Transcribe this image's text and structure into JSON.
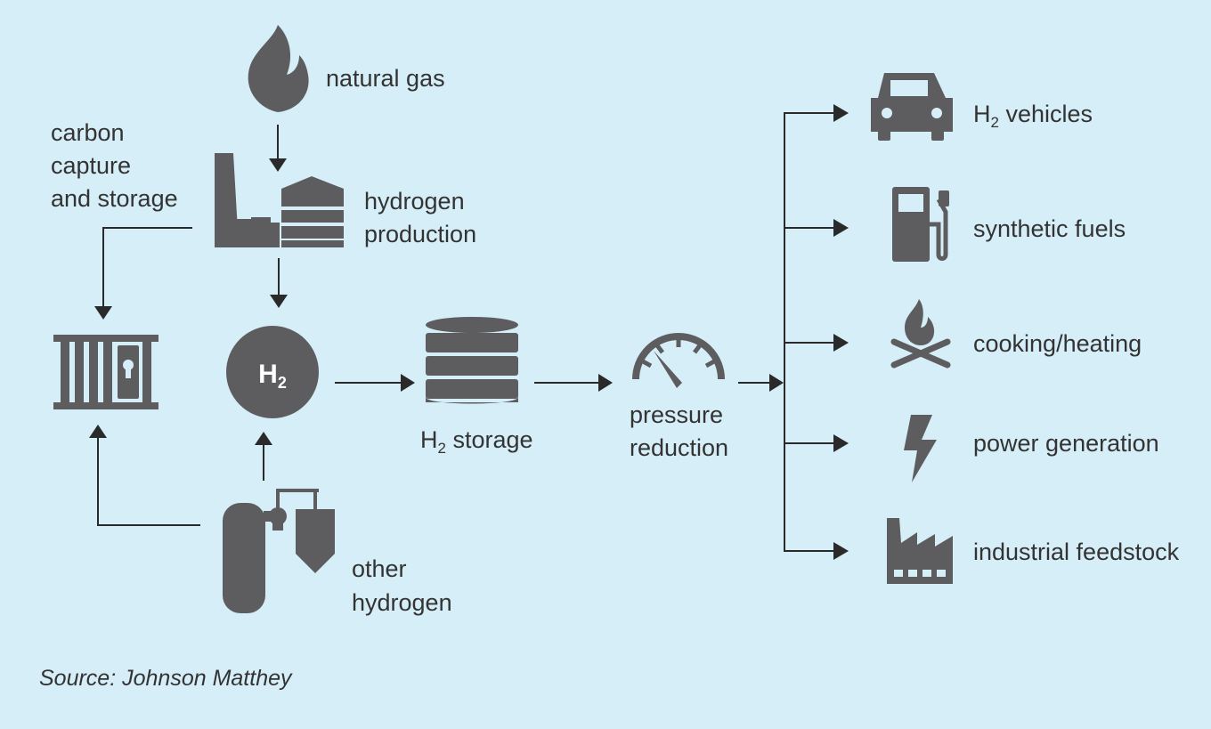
{
  "colors": {
    "background": "#d6eef8",
    "icon": "#5d5d5f",
    "line": "#2a2a2a",
    "text": "#333333"
  },
  "nodes": {
    "natural_gas": {
      "icon": "flame-icon",
      "label": "natural gas"
    },
    "carbon_capture": {
      "icon": "storage-cage-icon",
      "label_lines": [
        "carbon",
        "capture",
        "and storage"
      ]
    },
    "hydrogen_production": {
      "icon": "factory-tanks-icon",
      "label_lines": [
        "hydrogen",
        "production"
      ]
    },
    "h2": {
      "icon": "h2-circle-icon",
      "symbol": "H",
      "subscript": "2"
    },
    "other_hydrogen": {
      "icon": "gas-cylinder-icon",
      "label_lines": [
        "other",
        "hydrogen"
      ]
    },
    "h2_storage": {
      "icon": "storage-tank-icon",
      "symbol": "H",
      "subscript": "2",
      "label": " storage"
    },
    "pressure_reduction": {
      "icon": "gauge-icon",
      "label_lines": [
        "pressure",
        "reduction"
      ]
    }
  },
  "uses": [
    {
      "id": "vehicles",
      "icon": "car-icon",
      "symbol": "H",
      "subscript": "2",
      "label": " vehicles"
    },
    {
      "id": "synthetic_fuels",
      "icon": "fuel-pump-icon",
      "label": "synthetic fuels"
    },
    {
      "id": "cooking_heating",
      "icon": "campfire-icon",
      "label": "cooking/heating"
    },
    {
      "id": "power_generation",
      "icon": "lightning-icon",
      "label": "power generation"
    },
    {
      "id": "industrial_feedstock",
      "icon": "factory-icon",
      "label": "industrial feedstock"
    }
  ],
  "source": "Source: Johnson Matthey"
}
